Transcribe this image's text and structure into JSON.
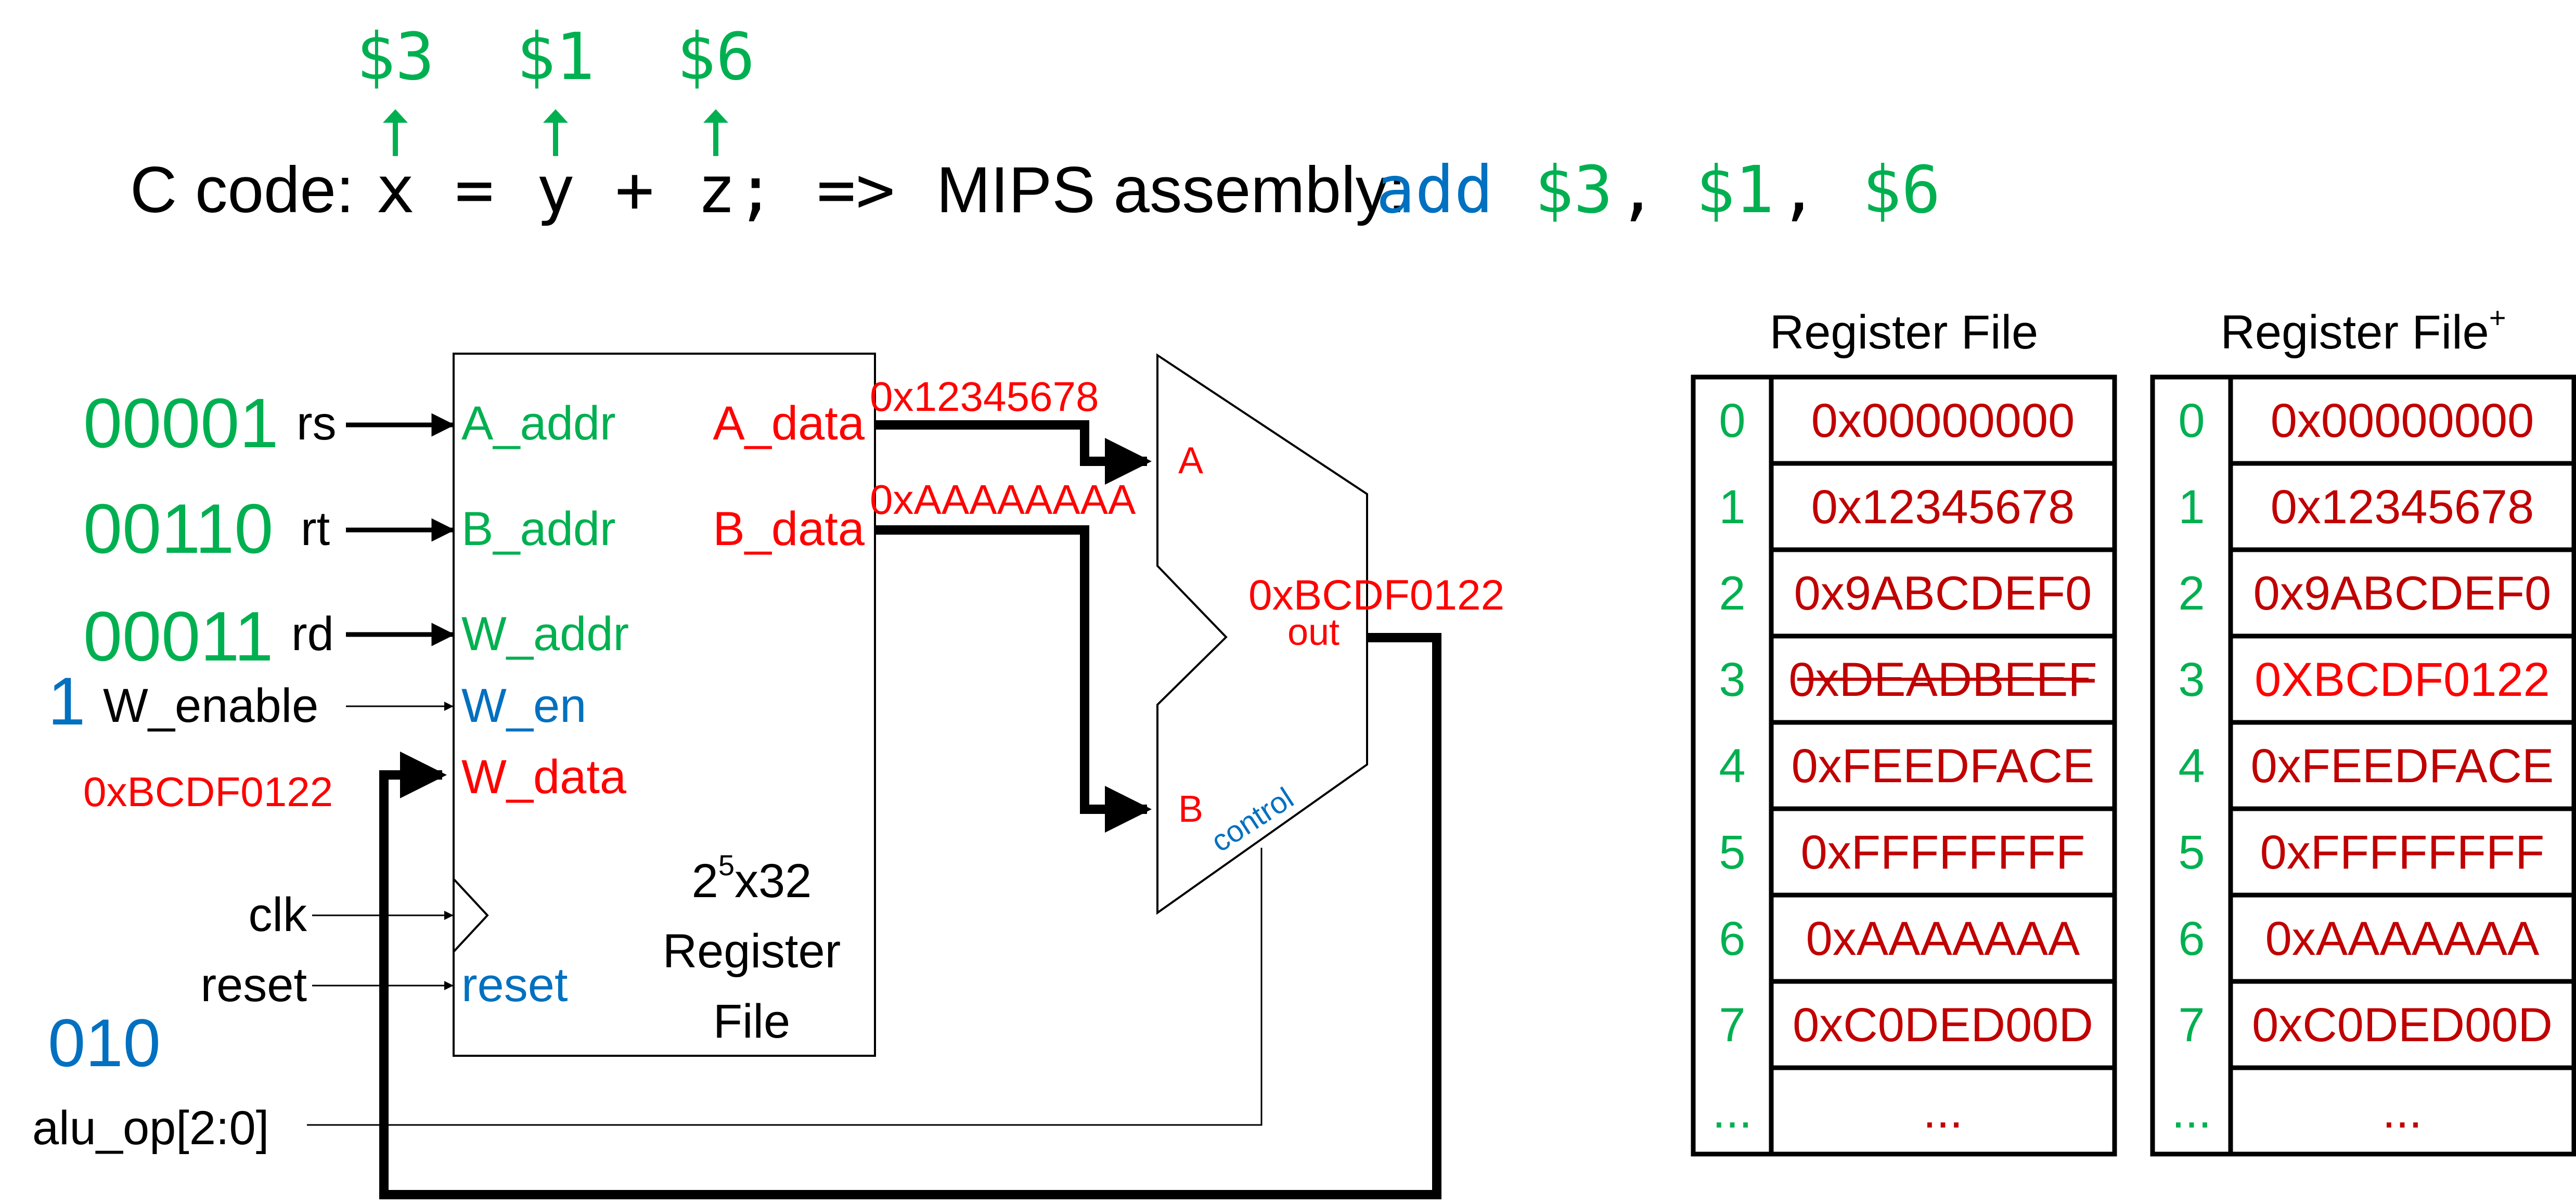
{
  "colors": {
    "black": "#000000",
    "green": "#00b050",
    "blue": "#0070c0",
    "red": "#ff0000",
    "dark_red": "#c00000"
  },
  "top": {
    "annotations": [
      "$3",
      "$1",
      "$6"
    ],
    "c_label": "C code:",
    "c_expr": [
      "x",
      "=",
      "y",
      "+",
      "z;"
    ],
    "arrow_text": "=>",
    "mips_label": "MIPS assembly:",
    "mips_op": "add",
    "mips_args": [
      "$3",
      ",",
      "$1",
      ",",
      "$6"
    ]
  },
  "inputs": {
    "rs_value": "00001",
    "rs_label": "rs",
    "rt_value": "00110",
    "rt_label": "rt",
    "rd_value": "00011",
    "rd_label": "rd",
    "w_enable_value": "1",
    "w_enable_label": "W_enable",
    "w_data_value": "0xBCDF0122",
    "clk_label": "clk",
    "reset_label": "reset",
    "alu_op_value": "010",
    "alu_op_label": "alu_op[2:0]"
  },
  "regfile_block": {
    "ports_in": [
      "A_addr",
      "B_addr",
      "W_addr",
      "W_en",
      "W_data",
      "reset"
    ],
    "ports_out": [
      "A_data",
      "B_data"
    ],
    "size_base": "2",
    "size_exp": "5",
    "size_rest": "x32",
    "name_line1": "Register",
    "name_line2": "File"
  },
  "buses": {
    "a_value": "0x12345678",
    "b_value": "0xAAAAAAAA"
  },
  "alu": {
    "in_a": "A",
    "in_b": "B",
    "out_label": "out",
    "out_value": "0xBCDF0122",
    "control_label": "control"
  },
  "table_before": {
    "title": "Register File",
    "rows": [
      {
        "index": "0",
        "value": "0x00000000"
      },
      {
        "index": "1",
        "value": "0x12345678"
      },
      {
        "index": "2",
        "value": "0x9ABCDEF0"
      },
      {
        "index": "3",
        "value": "0xDEADBEEF"
      },
      {
        "index": "4",
        "value": "0xFEEDFACE"
      },
      {
        "index": "5",
        "value": "0xFFFFFFFF"
      },
      {
        "index": "6",
        "value": "0xAAAAAAA"
      },
      {
        "index": "7",
        "value": "0xC0DED00D"
      },
      {
        "index": "...",
        "value": "..."
      }
    ]
  },
  "table_after": {
    "title": "Register File",
    "title_sup": "+",
    "rows": [
      {
        "index": "0",
        "value": "0x00000000"
      },
      {
        "index": "1",
        "value": "0x12345678"
      },
      {
        "index": "2",
        "value": "0x9ABCDEF0"
      },
      {
        "index": "3",
        "value": "0XBCDF0122"
      },
      {
        "index": "4",
        "value": "0xFEEDFACE"
      },
      {
        "index": "5",
        "value": "0xFFFFFFFF"
      },
      {
        "index": "6",
        "value": "0xAAAAAAA"
      },
      {
        "index": "7",
        "value": "0xC0DED00D"
      },
      {
        "index": "...",
        "value": "..."
      }
    ]
  }
}
